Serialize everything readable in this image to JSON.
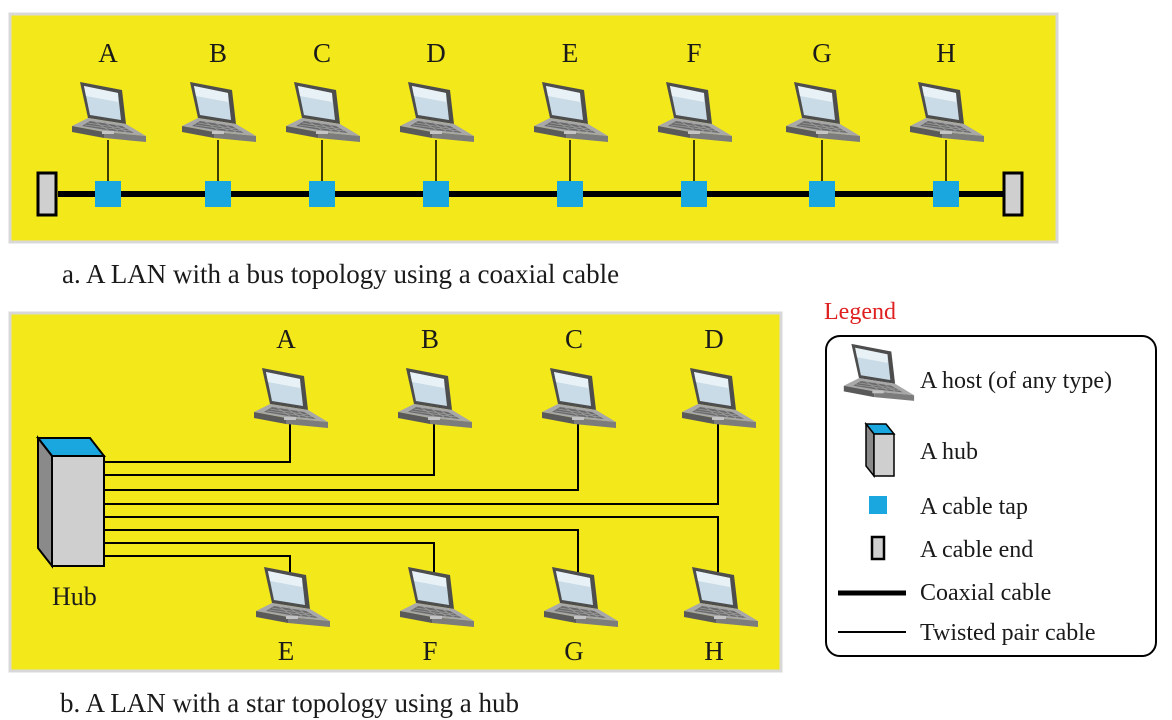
{
  "colors": {
    "panel": "#f2e81a",
    "panel_border": "#d8d8d8",
    "tap": "#1aa7e0",
    "hub_top": "#1aa7e0",
    "hub_face": "#cfcfcf",
    "hub_side": "#8a8a8a",
    "legend_title": "#e02020",
    "cable": "#000000"
  },
  "bus_panel": {
    "hosts": [
      "A",
      "B",
      "C",
      "D",
      "E",
      "F",
      "G",
      "H"
    ],
    "caption": "a. A LAN with a  bus topology using a coaxial cable"
  },
  "star_panel": {
    "top_hosts": [
      "A",
      "B",
      "C",
      "D"
    ],
    "bottom_hosts": [
      "E",
      "F",
      "G",
      "H"
    ],
    "hub_label": "Hub",
    "caption": "b. A LAN with a star topology using a hub"
  },
  "legend": {
    "title": "Legend",
    "items": [
      {
        "icon": "laptop-icon",
        "label": "A host (of any type)"
      },
      {
        "icon": "hub-icon",
        "label": "A hub"
      },
      {
        "icon": "cable-tap-icon",
        "label": "A cable tap"
      },
      {
        "icon": "cable-end-icon",
        "label": "A cable end"
      },
      {
        "icon": "coaxial-line-icon",
        "label": "Coaxial cable"
      },
      {
        "icon": "twisted-pair-line-icon",
        "label": "Twisted pair cable"
      }
    ]
  }
}
